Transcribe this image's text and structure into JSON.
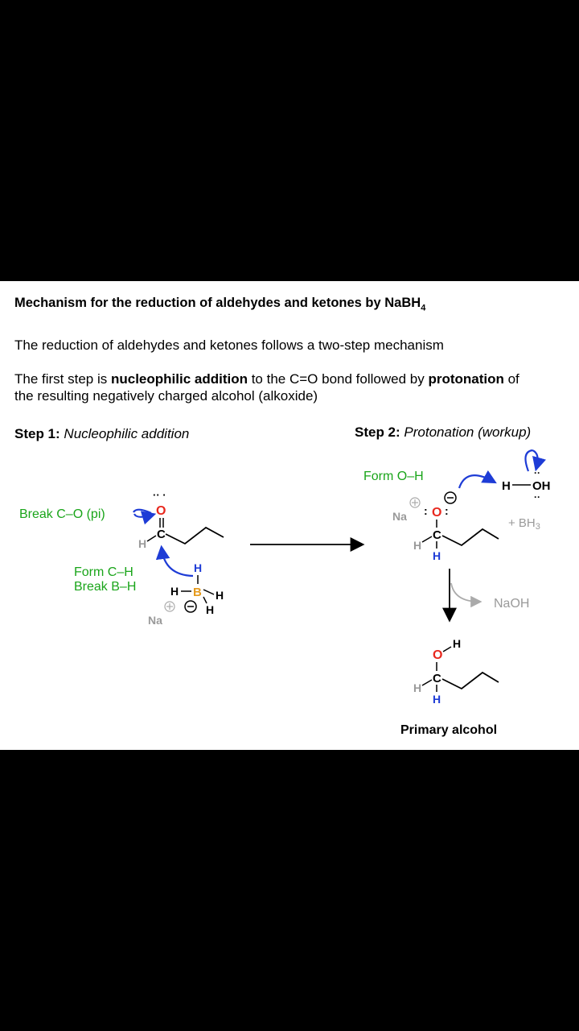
{
  "header": {
    "title": "Mechanism for the reduction of aldehydes and ketones by NaBH",
    "title_sub": "4",
    "intro": "The reduction of aldehydes and ketones follows a two-step mechanism",
    "para_a": "The first step is ",
    "para_b": "nucleophilic addition",
    "para_c": " to the C=O bond followed by ",
    "para_d": "protonation",
    "para_e": " of",
    "para_line2": "the resulting negatively charged alcohol (alkoxide)"
  },
  "step1": {
    "label": "Step 1:",
    "name": "Nucleophilic addition"
  },
  "step2": {
    "label": "Step 2:",
    "name": "Protonation (workup)"
  },
  "labels": {
    "break_co": "Break C–O (pi)",
    "form_ch": "Form C–H",
    "break_bh": "Break B–H",
    "form_oh": "Form O–H",
    "bh3": "+ BH",
    "bh3_sub": "3",
    "naoh": "NaOH",
    "primary": "Primary alcohol",
    "na": "Na"
  },
  "atoms": {
    "O": "O",
    "C": "C",
    "H": "H",
    "B": "B"
  },
  "colors": {
    "green": "#1aa51a",
    "blue": "#1e3cd6",
    "red": "#e8281e",
    "orange": "#e59a1c",
    "gray": "#9a9a9a"
  }
}
